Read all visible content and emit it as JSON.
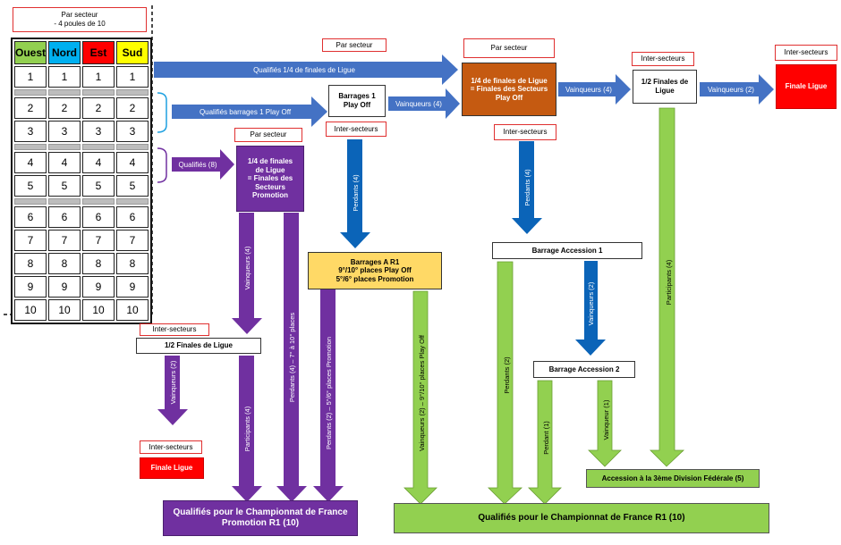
{
  "colors": {
    "blue": "#4472c4",
    "blue_dark": "#0b64b8",
    "purple": "#7030a0",
    "green": "#92d050",
    "orange": "#c55a11",
    "red": "#ff0000",
    "yellow": "#ffd966",
    "ouest": "#92d050",
    "nord": "#00b0f0",
    "est": "#ff0000",
    "sud": "#ffff00"
  },
  "header": {
    "title": "Par secteur\n- 4 poules de 10"
  },
  "table": {
    "columns": [
      "Ouest",
      "Nord",
      "Est",
      "Sud"
    ],
    "rows": [
      "1",
      "2",
      "3",
      "4",
      "5",
      "6",
      "7",
      "8",
      "9",
      "10"
    ]
  },
  "labels": {
    "par_secteur_1": "Par secteur",
    "par_secteur_2": "Par secteur",
    "par_secteur_3": "Par secteur",
    "inter_1": "Inter-secteurs",
    "inter_2": "Inter-secteurs",
    "inter_3": "Inter-secteurs",
    "inter_4": "Inter-secteurs",
    "inter_5": "Inter-secteurs",
    "inter_6": "Inter-secteurs"
  },
  "boxes": {
    "barrages1": "Barrages 1\nPlay Off",
    "quarts_ligue": "1/4 de finales de Ligue\n= Finales des Secteurs\nPlay Off",
    "demi_ligue_top": "1/2 Finales de\nLigue",
    "finale_ligue_top": "Finale Ligue",
    "quarts_promo": "1/4 de finales\nde Ligue\n= Finales des\nSecteurs\nPromotion",
    "barrages_a": "Barrages A R1\n9°/10° places Play Off\n5°/6° places Promotion",
    "barrage_acc1": "Barrage Accession 1",
    "barrage_acc2": "Barrage Accession 2",
    "demi_ligue_bottom": "1/2 Finales de Ligue",
    "finale_ligue_bottom": "Finale Ligue",
    "accession": "Accession à la 3ème Division Fédérale (5)",
    "qualif_promo": "Qualifiés pour le Championnat de France\nPromotion R1 (10)",
    "qualif_r1": "Qualifiés pour le Championnat de France R1 (10)"
  },
  "arrows": {
    "a1": "Qualifiés 1/4 de finales de Ligue",
    "a2": "Qualifiés barrages 1 Play Off",
    "a3": "Vainqueurs (4)",
    "a4": "Vainqueurs (4)",
    "a5": "Vainqueurs (2)",
    "a6": "Qualifiés (8)",
    "a7": "Perdants (4)",
    "a8": "Perdants (4)",
    "a9": "Vainqueurs (4)",
    "a10": "Perdants (4) – 7° à 10° places",
    "a11": "Perdants (2) – 5°/6° places Promotion",
    "a12": "Vainqueurs (2) – 9°/10° places Play Off",
    "a13": "Perdants (2)",
    "a14": "Vainqueurs (2)",
    "a15": "Participants (4)",
    "a16": "Perdant (1)",
    "a17": "Vainqueur (1)",
    "a18": "Vainqueurs (2)",
    "a19": "Participants (4)"
  }
}
